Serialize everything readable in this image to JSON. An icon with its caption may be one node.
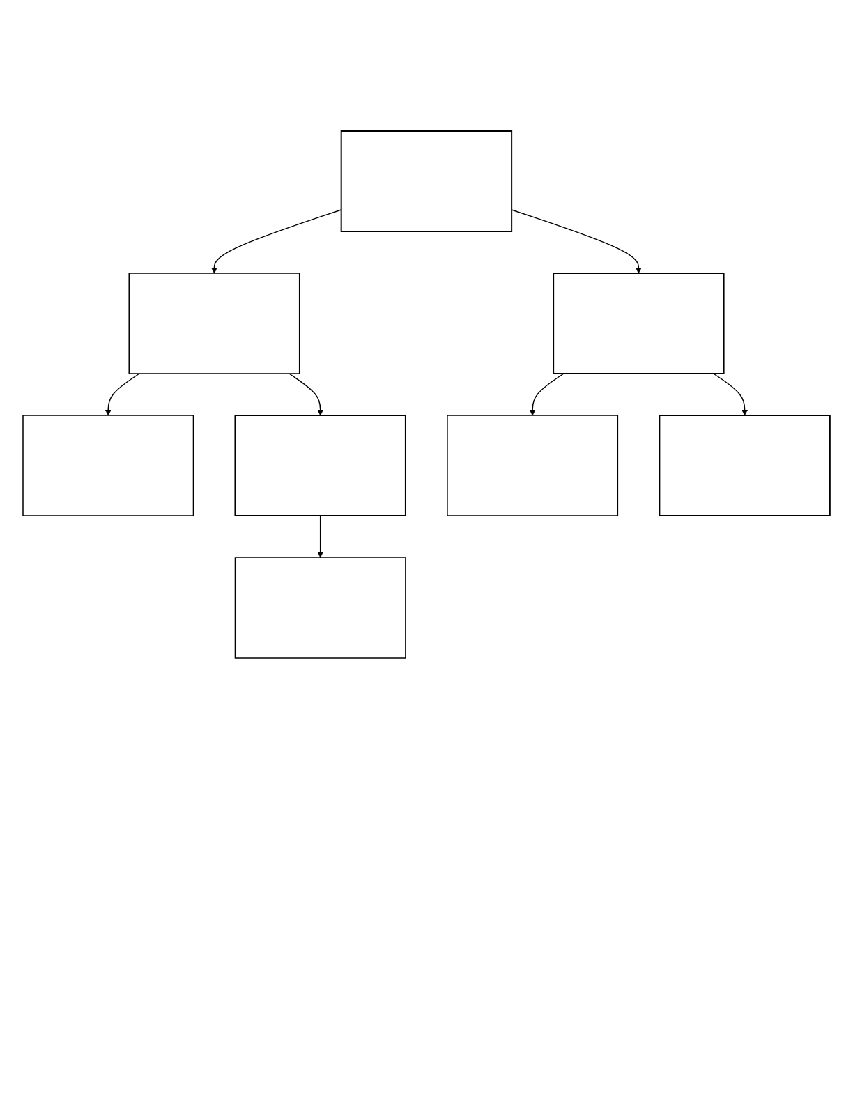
{
  "diagram": {
    "nodes": [
      {
        "text": [],
        "shape": "box"
      },
      {
        "text": [],
        "shape": "box"
      },
      {
        "text": [],
        "shape": "box"
      },
      {
        "text": [],
        "shape": "box"
      },
      {
        "text": [],
        "shape": "box"
      },
      {
        "text": [],
        "shape": "box"
      },
      {
        "text": [],
        "shape": "box"
      },
      {
        "text": [],
        "shape": "box"
      }
    ],
    "edges": [
      {
        "from": 0,
        "to": 2,
        "arrow": "to"
      },
      {
        "from": 0,
        "to": 1,
        "arrow": "to"
      },
      {
        "from": 1,
        "to": 4,
        "arrow": "to"
      },
      {
        "from": 1,
        "to": 3,
        "arrow": "to"
      },
      {
        "from": 2,
        "to": 5,
        "arrow": "to"
      },
      {
        "from": 2,
        "to": 6,
        "arrow": "to"
      },
      {
        "from": 4,
        "to": 7,
        "arrow": "to"
      }
    ]
  }
}
